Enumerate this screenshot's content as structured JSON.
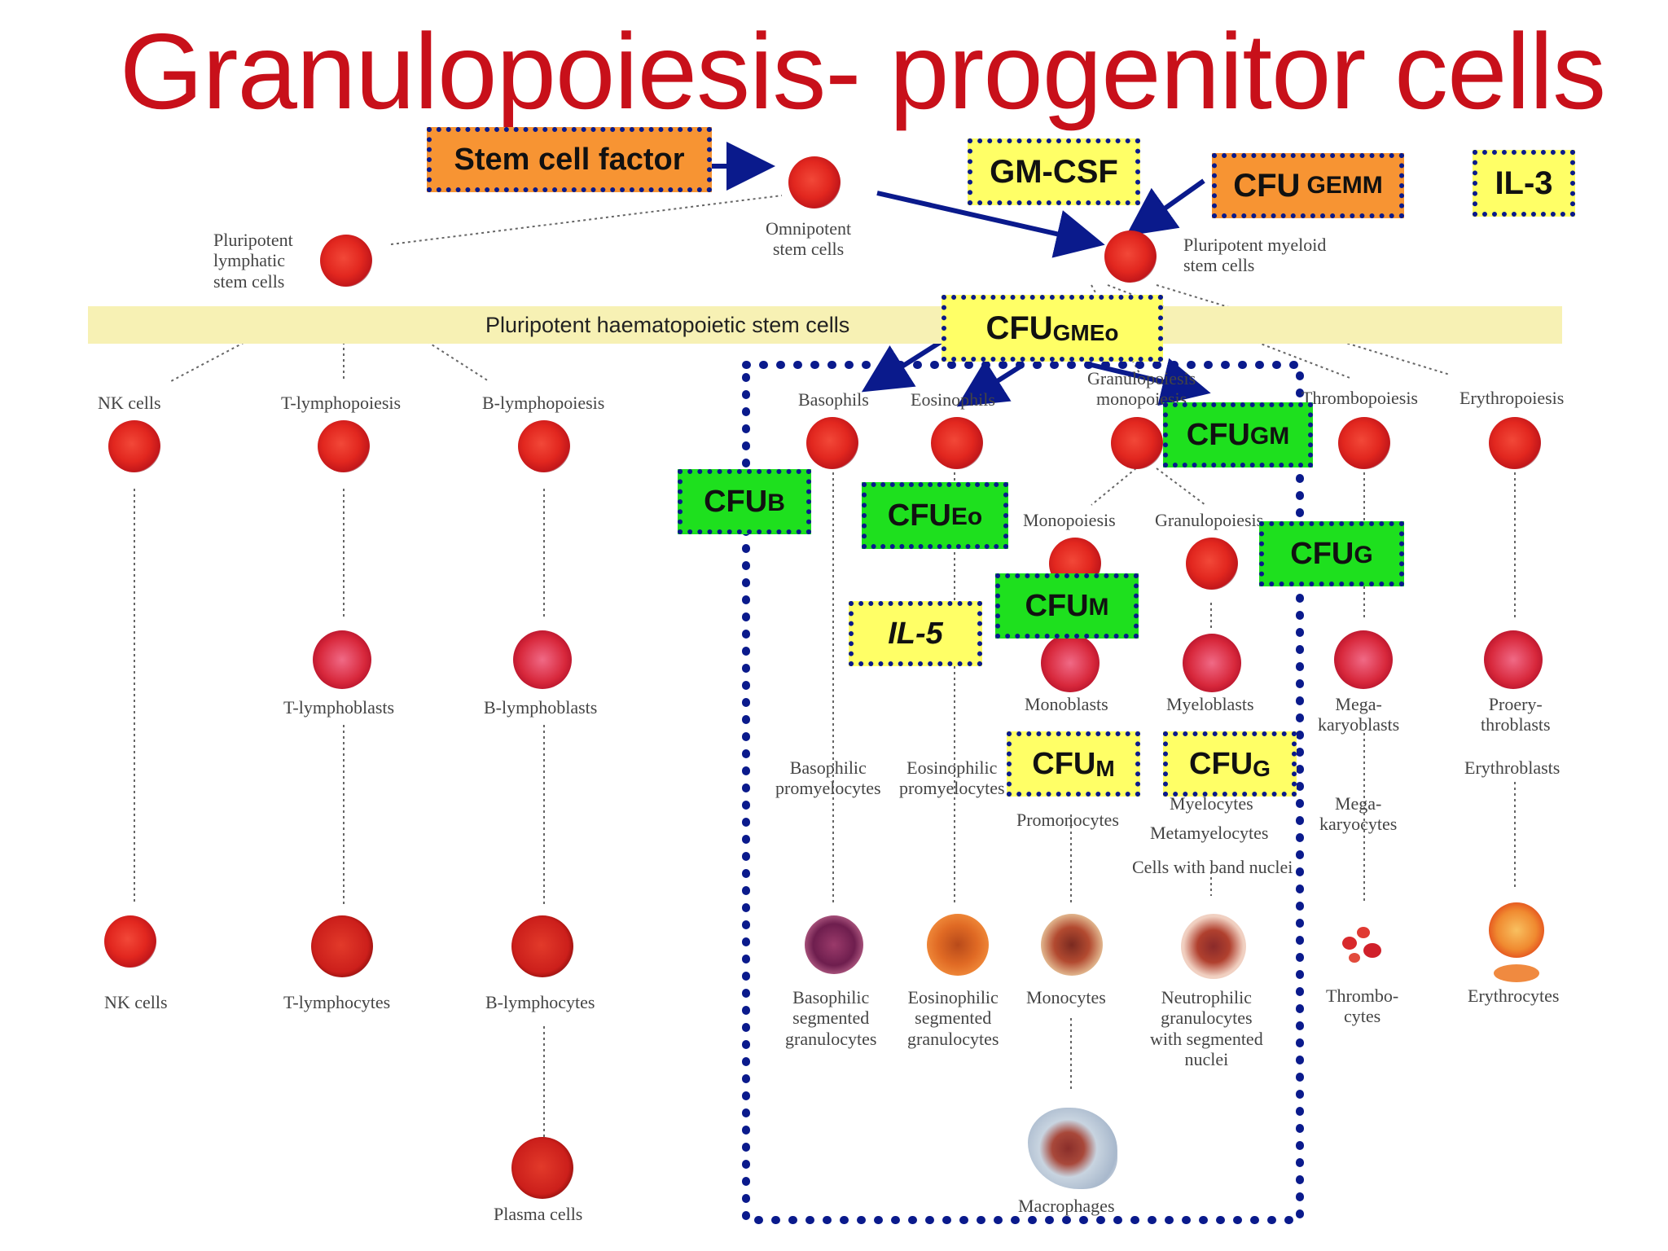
{
  "title": "Granulopoiesis- progenitor cells",
  "band_label": "Pluripotent  haematopoietic stem cells",
  "labels": {
    "pluripotent_lymphatic": "Pluripotent\nlymphatic\nstem cells",
    "omnipotent": "Omnipotent\nstem cells",
    "pluripotent_myeloid": "Pluripotent myeloid\nstem cells",
    "nk_top": "NK cells",
    "t_lymphopoiesis": "T-lymphopoiesis",
    "b_lymphopoiesis": "B-lymphopoiesis",
    "basophils": "Basophils",
    "eosinophils": "Eosinophils",
    "granulo_mono": "Granulopoiesis\nmonopoiesis",
    "thrombopoiesis": "Thrombopoiesis",
    "erythropoiesis": "Erythropoiesis",
    "monopoiesis": "Monopoiesis",
    "granulopoiesis": "Granulopoiesis",
    "t_lymphoblasts": "T-lymphoblasts",
    "b_lymphoblasts": "B-lymphoblasts",
    "monoblasts": "Monoblasts",
    "myeloblasts": "Myeloblasts",
    "megakaryoblasts": "Mega-\nkaryoblasts",
    "proerythroblasts": "Proery-\nthroblasts",
    "erythroblasts": "Erythroblasts",
    "baso_promyelocytes": "Basophilic\npromyelocytes",
    "eos_promyelocytes": "Eosinophilic\npromyelocytes",
    "promonocytes": "Promonocytes",
    "myelocytes": "Myelocytes",
    "metamyelocytes": "Metamyelocytes",
    "band_cells": "Cells with band nuclei",
    "megakaryocytes": "Mega-\nkaryocytes",
    "nk_bottom": "NK cells",
    "t_lymphocytes": "T-lymphocytes",
    "b_lymphocytes": "B-lymphocytes",
    "baso_segmented": "Basophilic\nsegmented\ngranulocytes",
    "eos_segmented": "Eosinophilic\nsegmented\ngranulocytes",
    "monocytes": "Monocytes",
    "neutrophilic": "Neutrophilic\ngranulocytes\nwith segmented\nnuclei",
    "thrombocytes": "Thrombo-\ncytes",
    "erythrocytes": "Erythrocytes",
    "plasma_cells": "Plasma cells",
    "macrophages": "Macrophages"
  },
  "boxes": {
    "stem_cell_factor": "Stem cell factor",
    "gm_csf": "GM-CSF",
    "cfu_gemm_main": "CFU ",
    "cfu_gemm_sub": "GEMM",
    "il3": "IL-3",
    "cfu_gmeo_main": "CFU",
    "cfu_gmeo_sub": "GMEo",
    "cfu_gm_main": "CFU",
    "cfu_gm_sub": "GM",
    "cfu_b_main": "CFU",
    "cfu_b_sub": "B",
    "cfu_eo_main": "CFU",
    "cfu_eo_sub": "Eo",
    "cfu_g_green_main": "CFU",
    "cfu_g_green_sub": "G",
    "cfu_m_green_main": "CFU",
    "cfu_m_green_sub": "M",
    "il5": "IL-5",
    "cfu_m_yellow_main": "CFU",
    "cfu_m_yellow_sub": "M",
    "cfu_g_yellow_main": "CFU",
    "cfu_g_yellow_sub": "G"
  },
  "colors": {
    "title": "#c8101a",
    "arrow": "#0a1a8c",
    "yellow_box": "#ffff66",
    "green_box": "#1ee01e",
    "orange_box": "#f79433"
  }
}
